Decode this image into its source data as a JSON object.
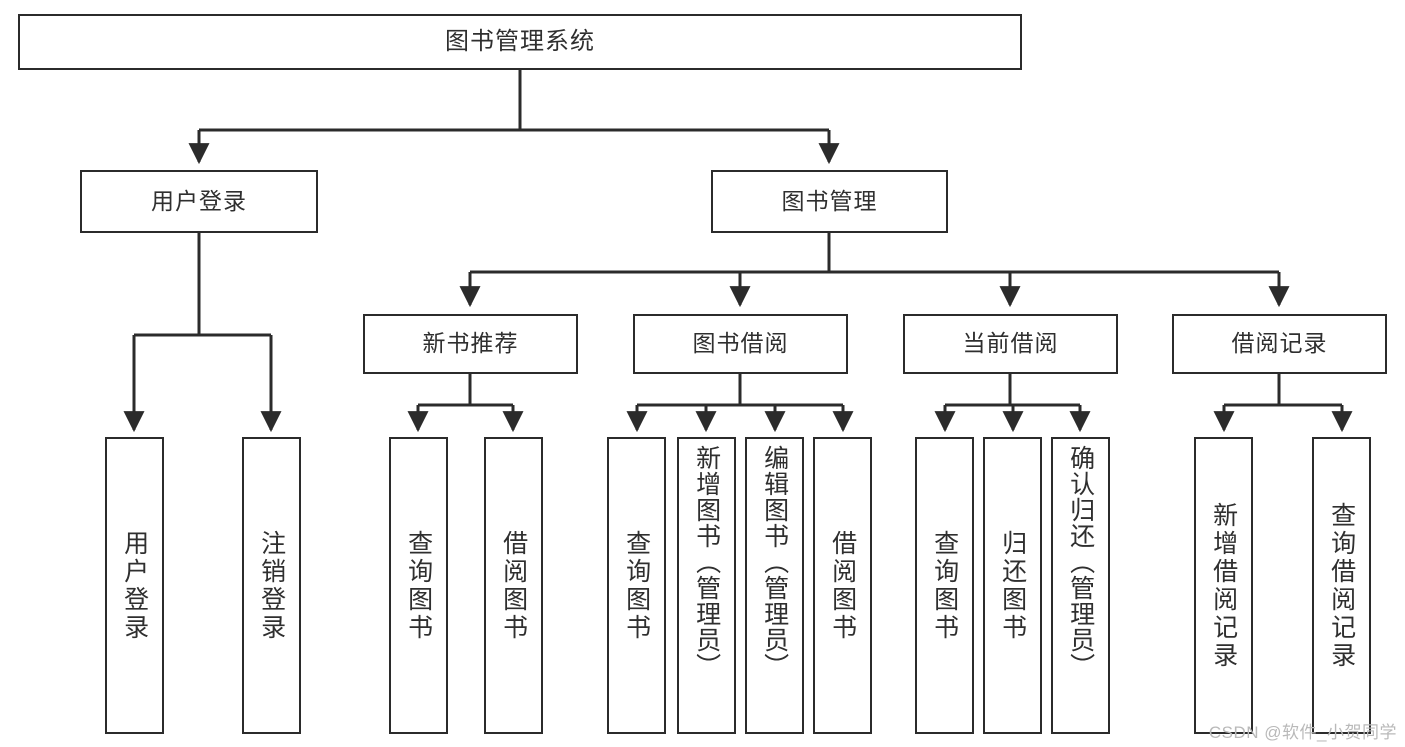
{
  "diagram": {
    "title": "图书管理系统",
    "type": "tree",
    "watermark": "CSDN @软件_小贺同学",
    "colors": {
      "stroke": "#2b2b2b",
      "fill": "#ffffff",
      "text": "#2f2f2f",
      "watermark": "#b9b9b9"
    },
    "nodes": {
      "root": {
        "label": "图书管理系统"
      },
      "level2": [
        {
          "label": "用户登录"
        },
        {
          "label": "图书管理"
        }
      ],
      "level3": [
        {
          "label": "新书推荐"
        },
        {
          "label": "图书借阅"
        },
        {
          "label": "当前借阅"
        },
        {
          "label": "借阅记录"
        }
      ],
      "leaves_user_login": [
        {
          "label": "用户登录"
        },
        {
          "label": "注销登录"
        }
      ],
      "leaves_new_book": [
        {
          "label": "查询图书"
        },
        {
          "label": "借阅图书"
        }
      ],
      "leaves_borrow": [
        {
          "label": "查询图书"
        },
        {
          "label": "新增图书（管理员）"
        },
        {
          "label": "编辑图书（管理员）"
        },
        {
          "label": "借阅图书"
        }
      ],
      "leaves_current": [
        {
          "label": "查询图书"
        },
        {
          "label": "归还图书"
        },
        {
          "label": "确认归还（管理员）"
        }
      ],
      "leaves_records": [
        {
          "label": "新增借阅记录"
        },
        {
          "label": "查询借阅记录"
        }
      ]
    }
  }
}
